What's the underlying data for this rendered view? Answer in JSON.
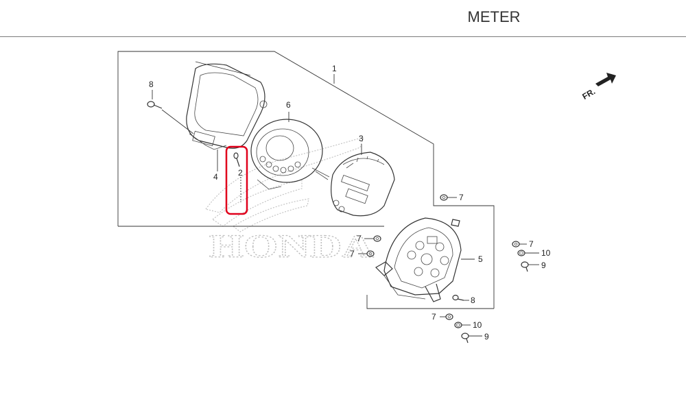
{
  "header": {
    "title": "METER"
  },
  "watermark": {
    "brand": "HONDA"
  },
  "direction": {
    "label": "FR."
  },
  "highlight": {
    "color": "#e0001b",
    "part": "2"
  },
  "callouts": {
    "c1": "1",
    "c2": "2",
    "c3": "3",
    "c4": "4",
    "c5": "5",
    "c6": "6",
    "c7a": "7",
    "c7b": "7",
    "c7c": "7",
    "c7d": "7",
    "c7e": "7",
    "c8a": "8",
    "c8b": "8",
    "c9a": "9",
    "c9b": "9",
    "c10a": "10",
    "c10b": "10"
  }
}
